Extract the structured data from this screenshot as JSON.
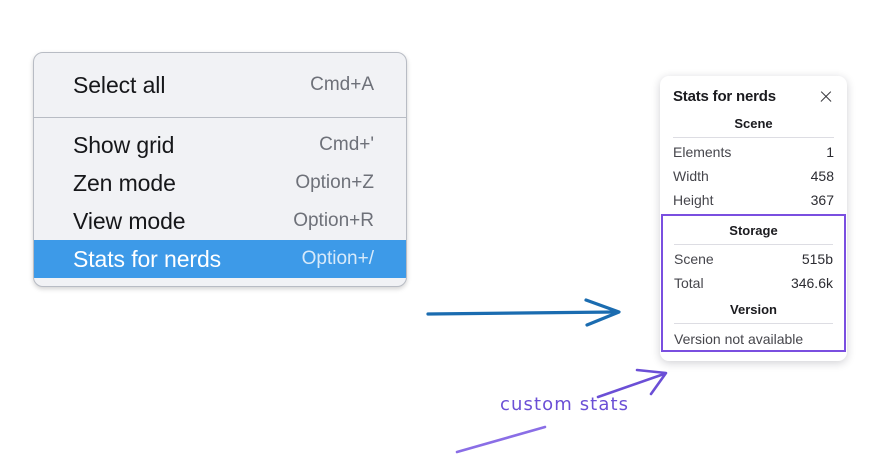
{
  "context_menu": {
    "name": "context-menu",
    "groups": [
      {
        "items": [
          {
            "label": "Select all",
            "shortcut": "Cmd+A",
            "selected": false,
            "name": "select-all"
          }
        ]
      },
      {
        "items": [
          {
            "label": "Show grid",
            "shortcut": "Cmd+'",
            "selected": false,
            "name": "show-grid"
          },
          {
            "label": "Zen mode",
            "shortcut": "Option+Z",
            "selected": false,
            "name": "zen-mode"
          },
          {
            "label": "View mode",
            "shortcut": "Option+R",
            "selected": false,
            "name": "view-mode"
          },
          {
            "label": "Stats for nerds",
            "shortcut": "Option+/",
            "selected": true,
            "name": "stats-for-nerds"
          }
        ]
      }
    ]
  },
  "stats_panel": {
    "title": "Stats for nerds",
    "close_label": "×",
    "sections": [
      {
        "title": "Scene",
        "highlighted": false,
        "rows": [
          {
            "label": "Elements",
            "value": "1"
          },
          {
            "label": "Width",
            "value": "458"
          },
          {
            "label": "Height",
            "value": "367"
          }
        ]
      },
      {
        "title": "Storage",
        "highlighted": true,
        "rows": [
          {
            "label": "Scene",
            "value": "515b"
          },
          {
            "label": "Total",
            "value": "346.6k"
          }
        ]
      },
      {
        "title": "Version",
        "highlighted": true,
        "plain_rows": [
          "Version not available"
        ]
      }
    ]
  },
  "annotations": {
    "custom_stats_label": "custom stats",
    "blue_arrow_color": "#1b6cb0",
    "purple_color": "#6b4fd6",
    "highlight_color": "#7a4fe0",
    "menu_selected_color": "#3d9ae8"
  }
}
